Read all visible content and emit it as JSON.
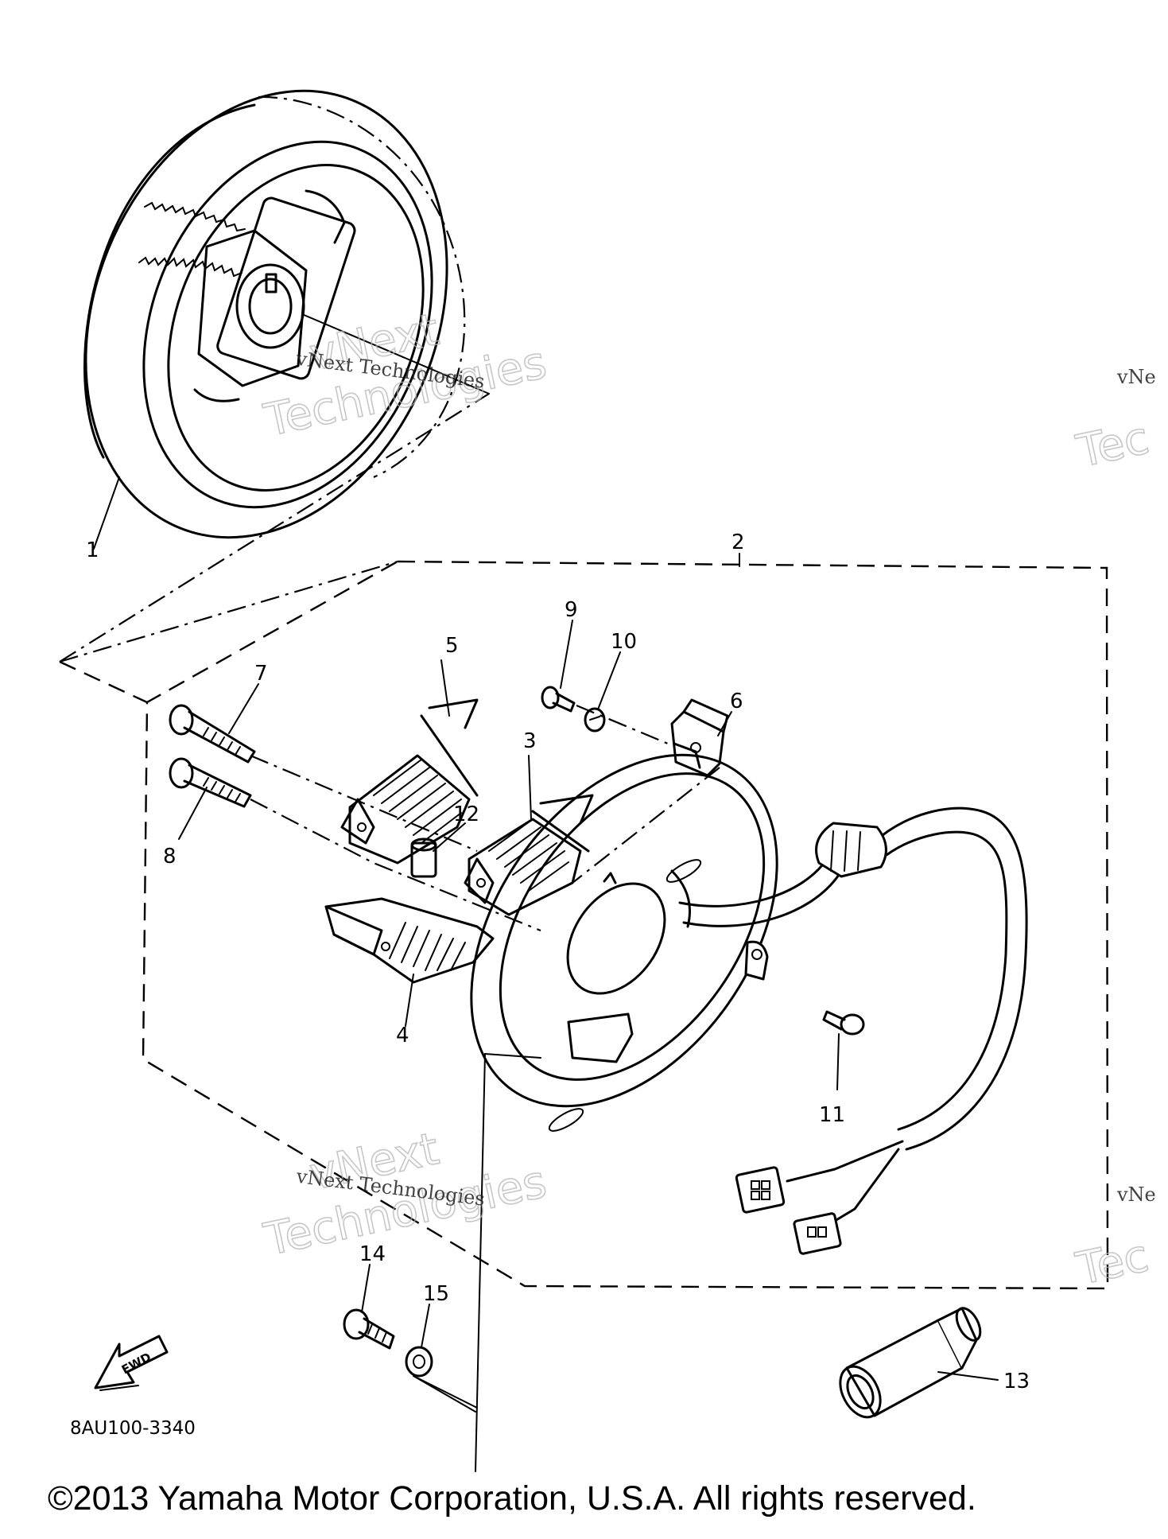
{
  "diagram": {
    "code": "8AU100-3340",
    "fwd_label": "FWD",
    "callouts": [
      "1",
      "2",
      "3",
      "4",
      "5",
      "6",
      "7",
      "8",
      "9",
      "10",
      "11",
      "12",
      "13",
      "14",
      "15"
    ]
  },
  "watermarks": {
    "small": "vNext Technologies",
    "big_line1": "vNext",
    "big_line2": "Technologies",
    "edge_small": "vNe",
    "edge_big": "Tec"
  },
  "copyright": "©2013 Yamaha Motor Corporation, U.S.A. All rights reserved.",
  "colors": {
    "line": "#000000",
    "background": "#ffffff",
    "watermark": "#b5b5b5"
  }
}
